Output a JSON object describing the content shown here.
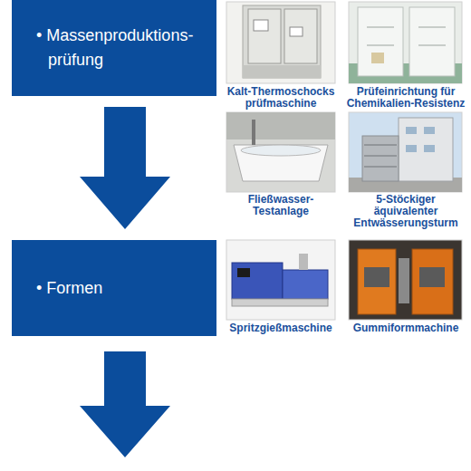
{
  "diagram": {
    "nodes": [
      {
        "text": [
          "• Massenproduktions- prüfung"
        ]
      },
      {
        "text": [
          "• Formen"
        ]
      }
    ],
    "edges": [
      {
        "from": 0,
        "to": 1,
        "arrow": "to"
      }
    ],
    "labels": [
      "Kalt-Thermoschocks prüfmaschine",
      "Prüfeinrichtung für Chemikalien-Resistenz",
      "Fließwasser- Testanlage",
      "5-Stöckiger äquivalenter Entwässerungsturm",
      "Spritzgießmaschine",
      "Gummiformmachine"
    ]
  }
}
